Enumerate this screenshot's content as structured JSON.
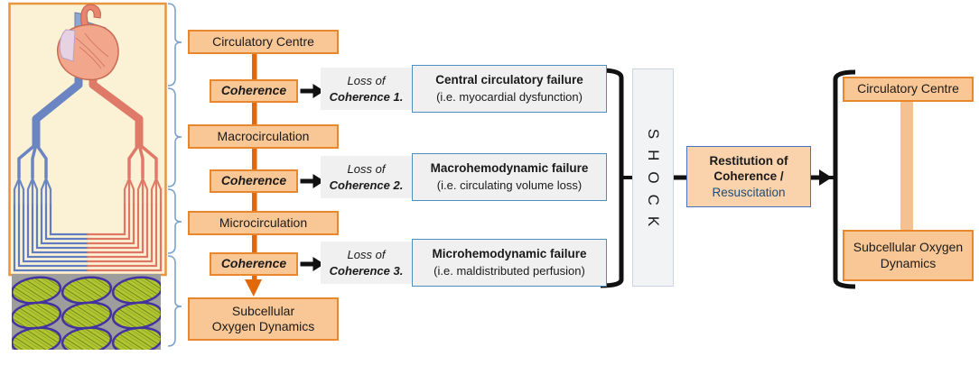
{
  "colors": {
    "node_fill": "#F9C795",
    "node_border": "#E8872E",
    "connector_orange": "#E2680C",
    "outcome_connector": "#F6C190",
    "loss_fill": "#F0F0F0",
    "loss_border": "#4A8FC0",
    "shock_fill": "#F1F3F5",
    "restitution_border": "#4472C4",
    "brace_blue": "#7BA3CC",
    "vessel_blue": "#6B85C2",
    "vessel_red": "#E07A68",
    "panel_cream": "#FBF2D6",
    "cell_green": "#B3C531",
    "black": "#111111"
  },
  "flow_nodes": {
    "circulatory_centre": "Circulatory Centre",
    "coherence_1": "Coherence",
    "macrocirculation": "Macrocirculation",
    "coherence_2": "Coherence",
    "microcirculation": "Microcirculation",
    "coherence_3": "Coherence",
    "subcellular_line1": "Subcellular",
    "subcellular_line2": "Oxygen Dynamics"
  },
  "loss_boxes": [
    {
      "prefix_top": "Loss of",
      "prefix_bottom": "Coherence 1.",
      "title": "Central circulatory failure",
      "detail": "(i.e. myocardial dysfunction)"
    },
    {
      "prefix_top": "Loss of",
      "prefix_bottom": "Coherence 2.",
      "title": "Macrohemodynamic failure",
      "detail": "(i.e. circulating volume loss)"
    },
    {
      "prefix_top": "Loss of",
      "prefix_bottom": "Coherence 3.",
      "title": "Microhemodynamic failure",
      "detail": "(i.e. maldistributed perfusion)"
    }
  ],
  "shock": {
    "label": "SHOCK"
  },
  "restitution": {
    "line1": "Restitution of",
    "line2": "Coherence /",
    "line3": "Resuscitation"
  },
  "outcome": {
    "top": "Circulatory Centre",
    "bottom_line1": "Subcellular Oxygen",
    "bottom_line2": "Dynamics"
  }
}
